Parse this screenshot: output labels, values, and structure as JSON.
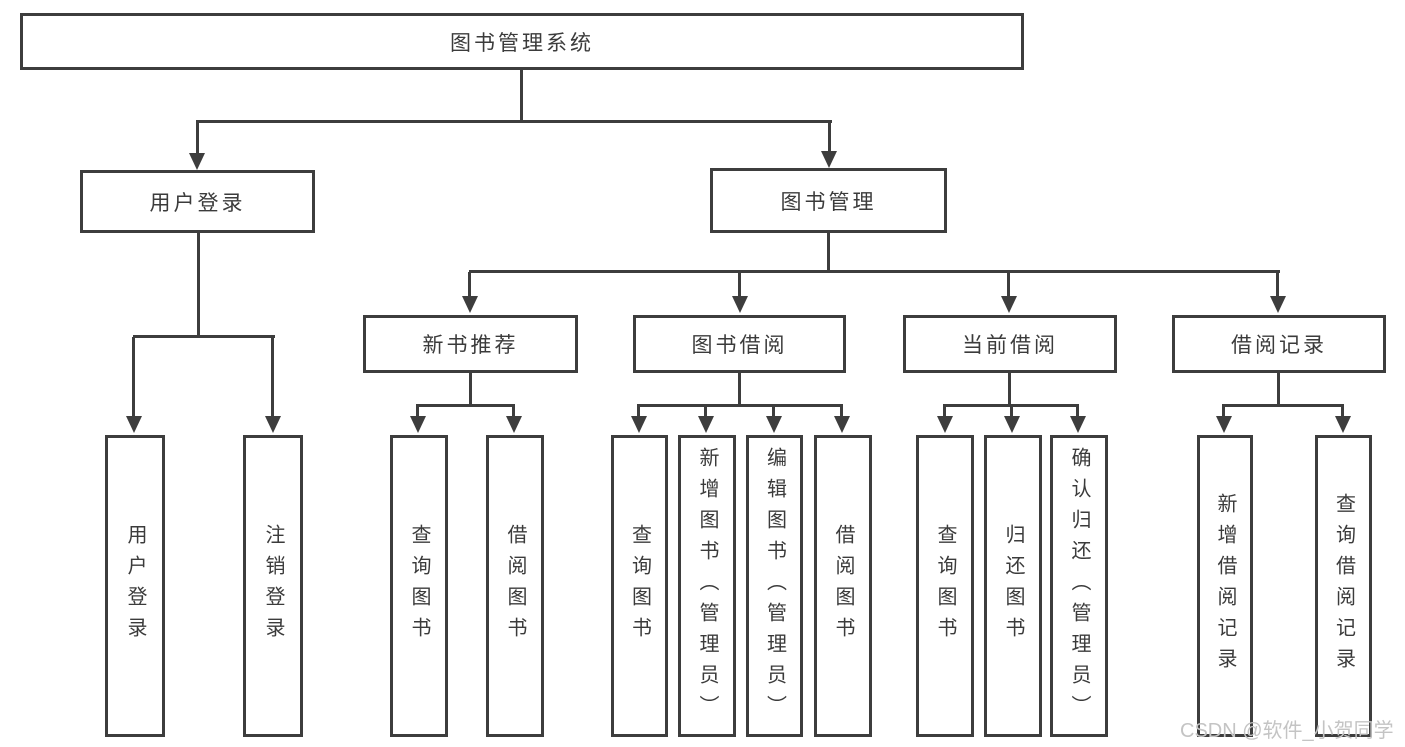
{
  "tree": {
    "label": "图书管理系统",
    "children": [
      {
        "label": "用户登录",
        "children": [
          {
            "label": "用户登录"
          },
          {
            "label": "注销登录"
          }
        ]
      },
      {
        "label": "图书管理",
        "children": [
          {
            "label": "新书推荐",
            "children": [
              {
                "label": "查询图书"
              },
              {
                "label": "借阅图书"
              }
            ]
          },
          {
            "label": "图书借阅",
            "children": [
              {
                "label": "查询图书"
              },
              {
                "label": "新增图书（管理员）"
              },
              {
                "label": "编辑图书（管理员）"
              },
              {
                "label": "借阅图书"
              }
            ]
          },
          {
            "label": "当前借阅",
            "children": [
              {
                "label": "查询图书"
              },
              {
                "label": "归还图书"
              },
              {
                "label": "确认归还（管理员）"
              }
            ]
          },
          {
            "label": "借阅记录",
            "children": [
              {
                "label": "新增借阅记录"
              },
              {
                "label": "查询借阅记录"
              }
            ]
          }
        ]
      }
    ]
  },
  "watermark": {
    "text": "CSDN @软件_小贺同学"
  },
  "colors": {
    "line": "#3d3d3d",
    "text": "#3b3b3b",
    "watermark": "#c4c4c4",
    "background": "#ffffff"
  }
}
